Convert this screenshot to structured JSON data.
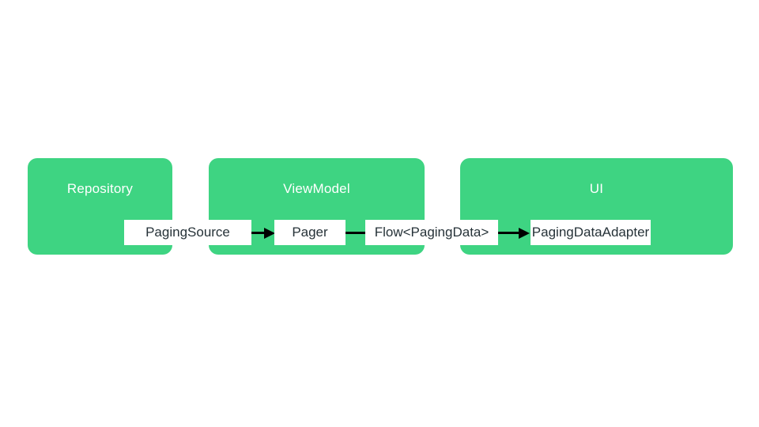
{
  "diagram": {
    "description": "Paging library architecture diagram",
    "containers": [
      {
        "id": "repository",
        "label": "Repository"
      },
      {
        "id": "viewmodel",
        "label": "ViewModel"
      },
      {
        "id": "ui",
        "label": "UI"
      }
    ],
    "components": [
      {
        "id": "paging-source",
        "label": "PagingSource",
        "inside": "Repository"
      },
      {
        "id": "pager",
        "label": "Pager",
        "inside": "ViewModel"
      },
      {
        "id": "flow-paging-data",
        "label": "Flow<PagingData>",
        "inside": "ViewModel / UI boundary"
      },
      {
        "id": "paging-data-adapter",
        "label": "PagingDataAdapter",
        "inside": "UI"
      }
    ],
    "connections": [
      {
        "from": "PagingSource",
        "to": "Pager",
        "arrowhead": true
      },
      {
        "from": "Pager",
        "to": "Flow<PagingData>",
        "arrowhead": false
      },
      {
        "from": "Flow<PagingData>",
        "to": "PagingDataAdapter",
        "arrowhead": true
      }
    ],
    "colors": {
      "background": "#ffffff",
      "container_fill": "#3ed482",
      "container_label_text": "#ffffff",
      "component_fill": "#ffffff",
      "component_label_text": "#263238",
      "connector": "#000000"
    }
  }
}
